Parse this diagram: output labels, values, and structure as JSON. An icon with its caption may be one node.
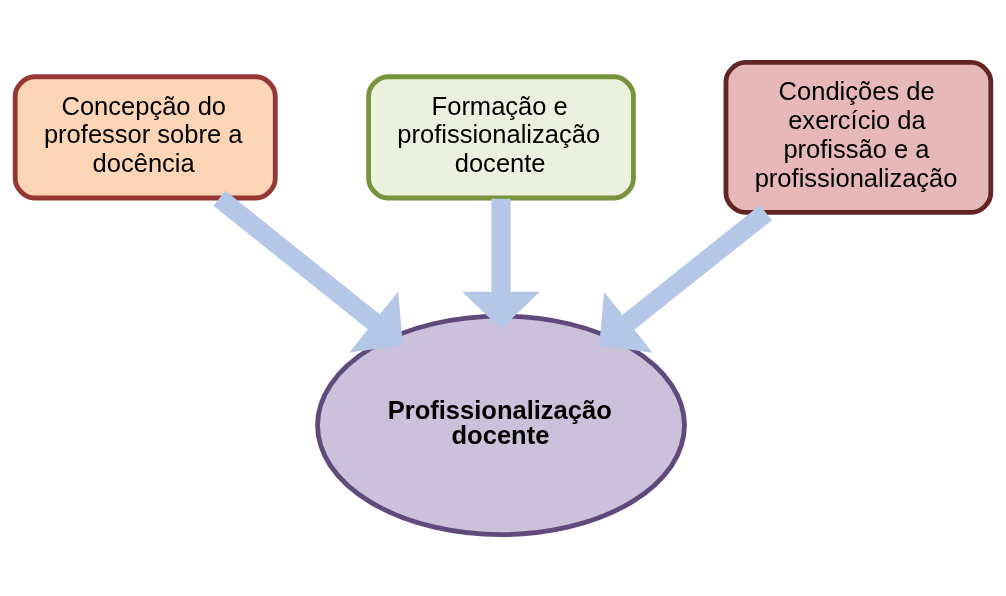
{
  "diagram": {
    "nodes": [
      {
        "text": [
          "Concepção do professor sobre a docência"
        ]
      },
      {
        "text": [
          "Formação e profissionalização docente"
        ]
      },
      {
        "text": [
          "Condições de exercício da profissão e a profissionalização"
        ]
      },
      {
        "text": [
          "Profissionalização docente"
        ]
      }
    ],
    "edges": [
      {
        "from": 0,
        "to": 3,
        "arrow": "to"
      },
      {
        "from": 1,
        "to": 3,
        "arrow": "to"
      },
      {
        "from": 2,
        "to": 3,
        "arrow": "to"
      }
    ]
  }
}
